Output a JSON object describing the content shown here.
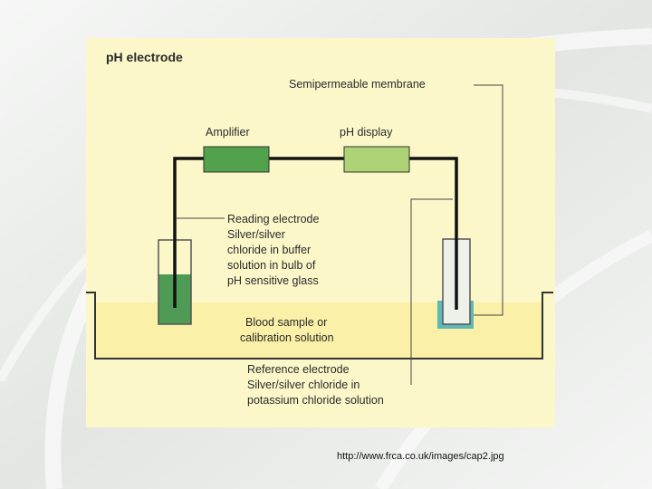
{
  "diagram": {
    "title": "pH electrode",
    "components": {
      "amplifier": "Amplifier",
      "ph_display": "pH display"
    },
    "labels": {
      "membrane": "Semipermeable membrane",
      "reading_electrode": [
        "Reading electrode",
        "Silver/silver",
        "chloride in buffer",
        "solution in bulb of",
        "pH sensitive glass"
      ],
      "sample": [
        "Blood sample or",
        "calibration solution"
      ],
      "reference_electrode": [
        "Reference electrode",
        "Silver/silver chloride in",
        "potassium chloride solution"
      ]
    },
    "colors": {
      "panel": "#fbf7c9",
      "bath_liquid": "#faf0a8",
      "amplifier": "#52a14c",
      "ph_display": "#aed276",
      "reading_liquid": "#4f9a55",
      "membrane": "#5fb8b6",
      "wire": "#111111"
    }
  },
  "source": {
    "url": "http://www.frca.co.uk/images/cap2.jpg"
  }
}
